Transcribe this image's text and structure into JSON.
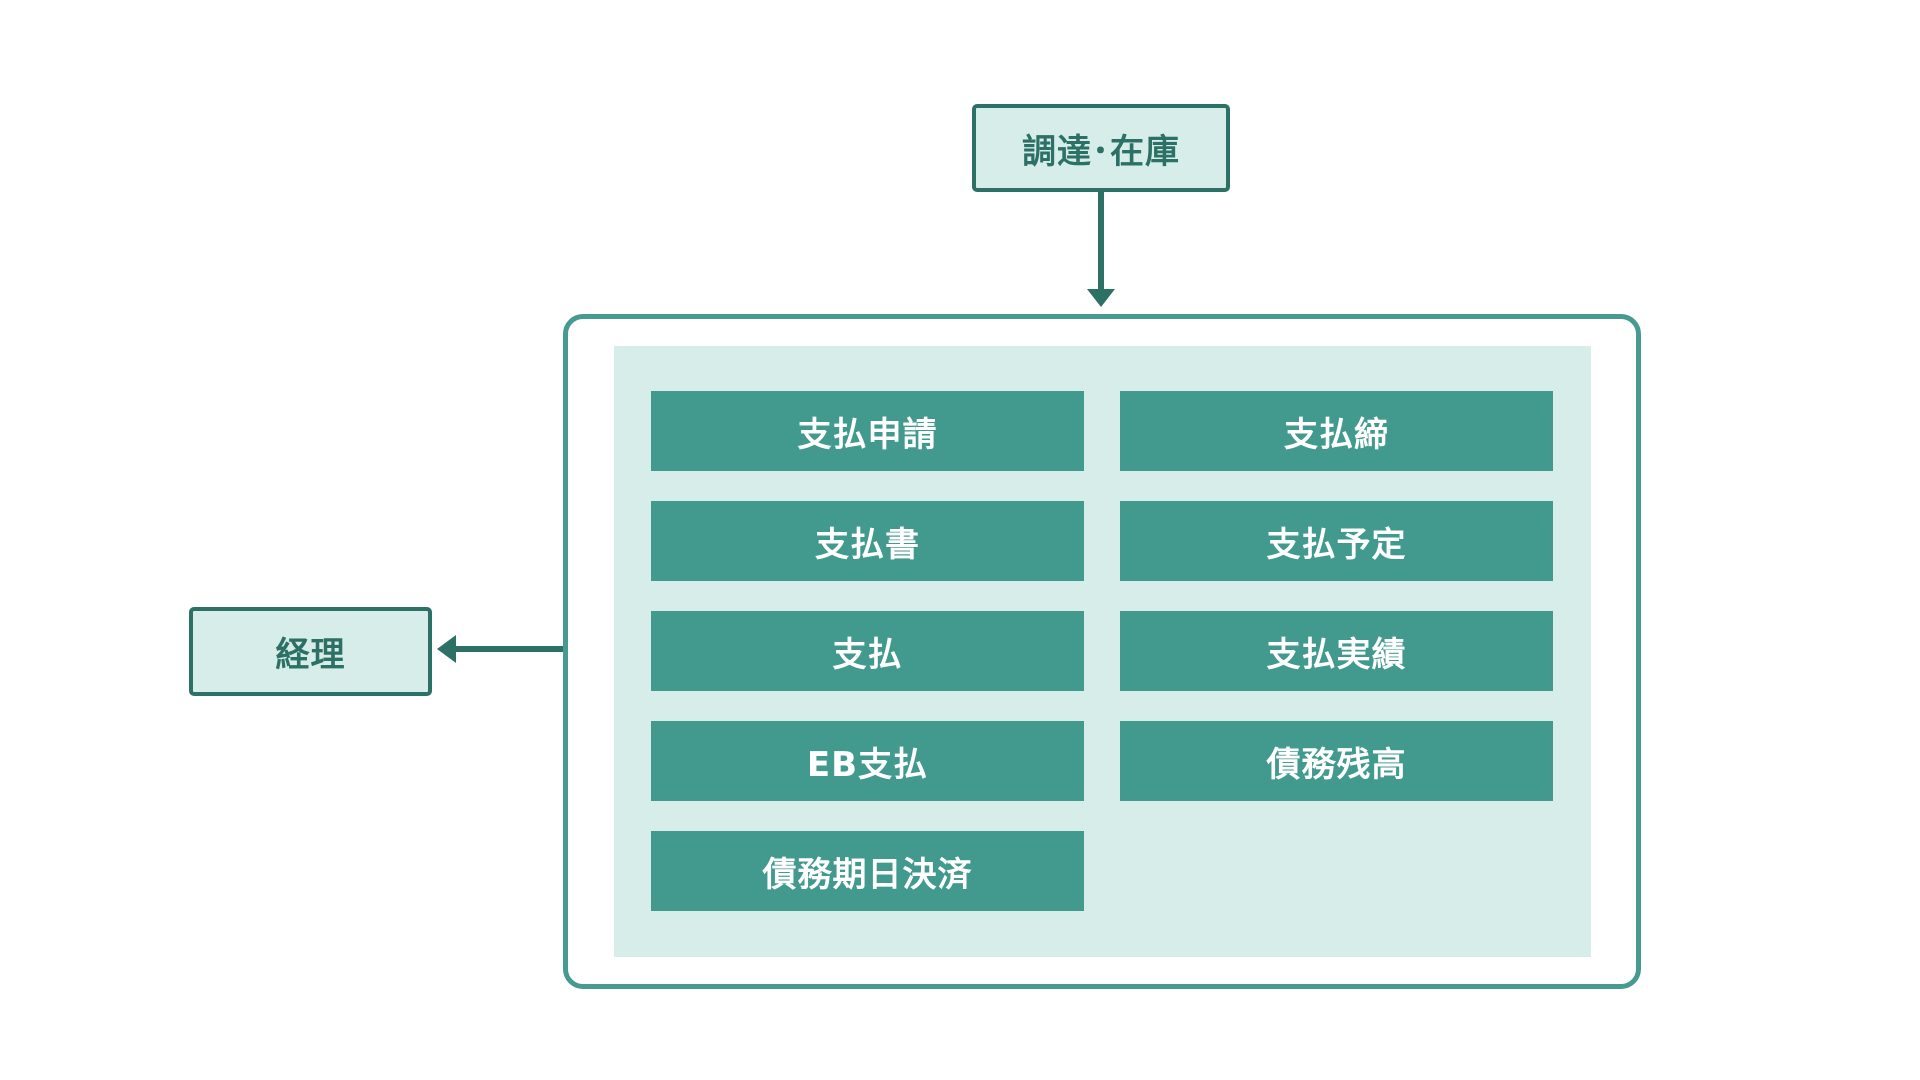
{
  "diagram": {
    "upstream": {
      "label": "調達･在庫"
    },
    "downstream": {
      "label": "経理"
    },
    "module": {
      "functions": [
        {
          "label": "支払申請"
        },
        {
          "label": "支払締"
        },
        {
          "label": "支払書"
        },
        {
          "label": "支払予定"
        },
        {
          "label": "支払"
        },
        {
          "label": "支払実績"
        },
        {
          "label": "EB支払"
        },
        {
          "label": "債務残高"
        },
        {
          "label": "債務期日決済"
        }
      ]
    }
  },
  "colors": {
    "border_dark": "#2d7066",
    "frame": "#479a8f",
    "function_fill": "#429a8f",
    "light_fill": "#d6ede9",
    "function_text": "#ffffff"
  }
}
